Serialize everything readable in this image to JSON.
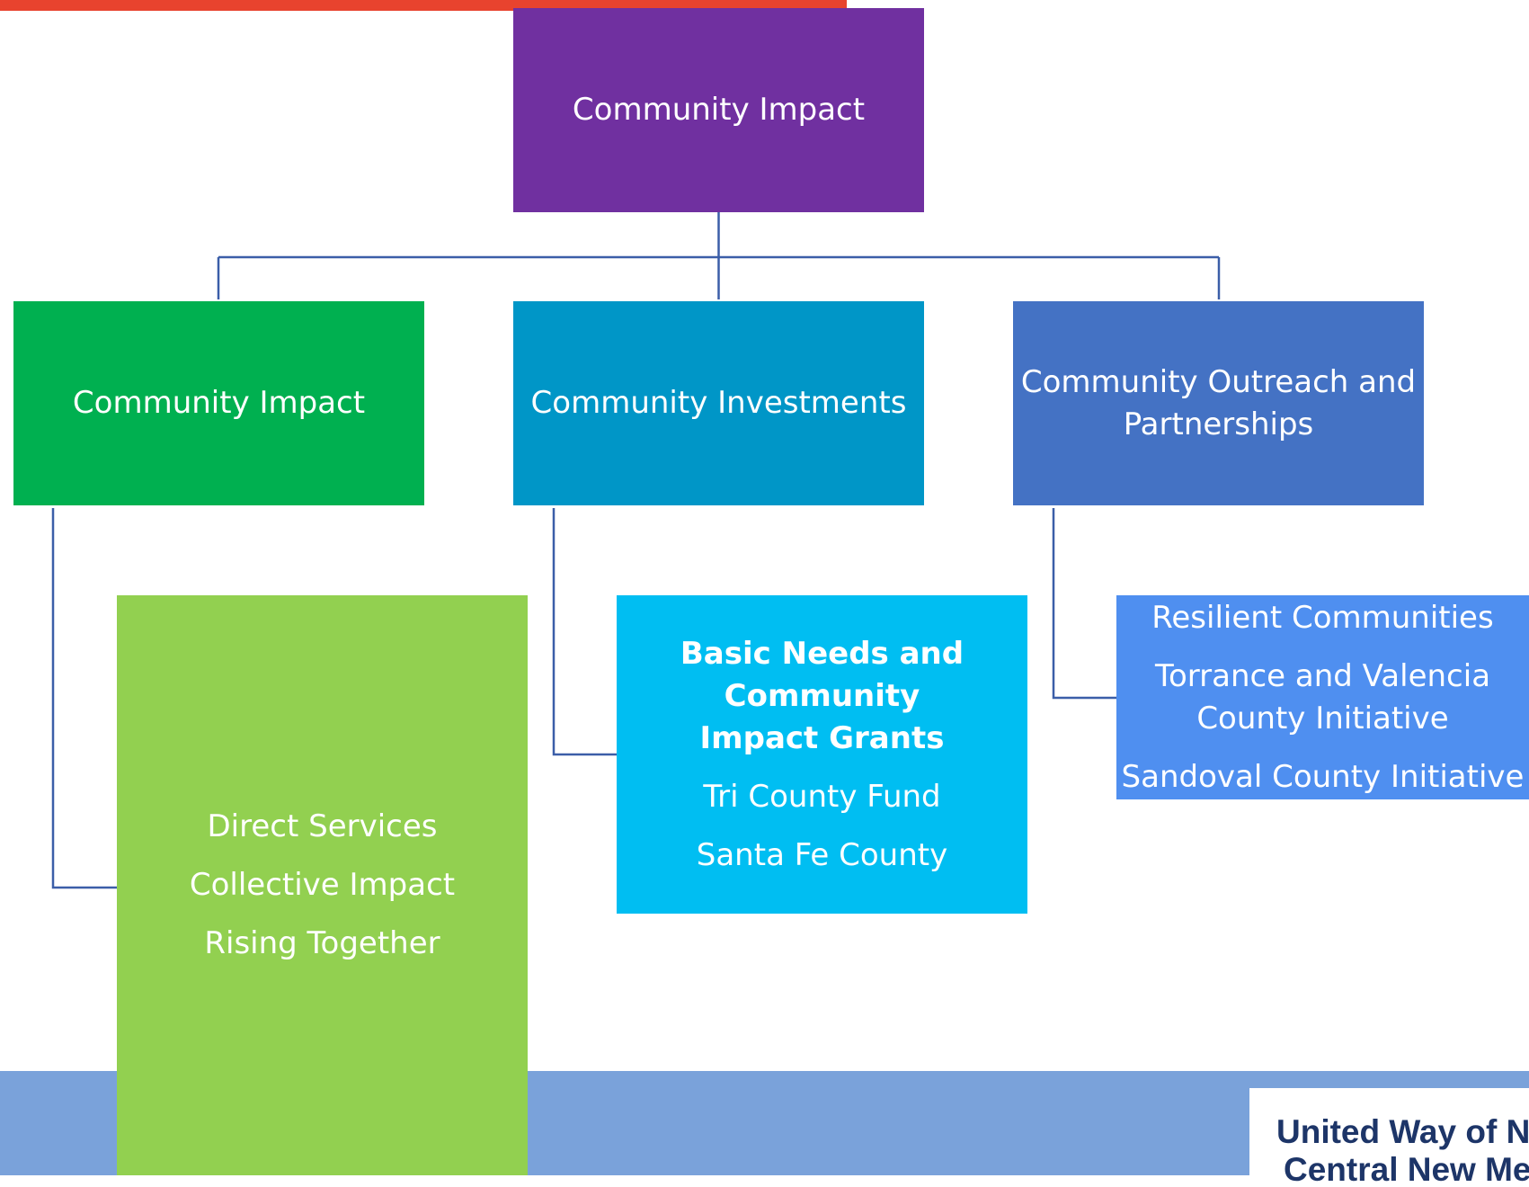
{
  "colors": {
    "top_bar": "#e8432e",
    "root": "#7030a0",
    "child_impact": "#00b050",
    "child_investments": "#0096c7",
    "child_outreach": "#4472c4",
    "leaf_impact": "#92d050",
    "leaf_investments": "#00bef2",
    "leaf_outreach": "#4f8ff0",
    "connector": "#3b5ea8",
    "footer_band": "#7aa2da",
    "logo_text": "#1d3568"
  },
  "org_chart": {
    "root": {
      "label": "Community Impact"
    },
    "children": [
      {
        "label": "Community Impact",
        "items": [
          "Direct Services",
          "Collective Impact",
          "Rising Together"
        ]
      },
      {
        "label": "Community Investments",
        "heading": "Basic Needs and Community Impact Grants",
        "items": [
          "Tri County Fund",
          "Santa Fe County"
        ]
      },
      {
        "label": "Community Outreach and Partnerships",
        "items": [
          "Resilient Communities",
          "Torrance and Valencia County Initiative",
          "Sandoval County Initiative"
        ]
      }
    ]
  },
  "footer": {
    "logo_line_1": "United Way of N",
    "logo_line_2": "Central New Me"
  }
}
